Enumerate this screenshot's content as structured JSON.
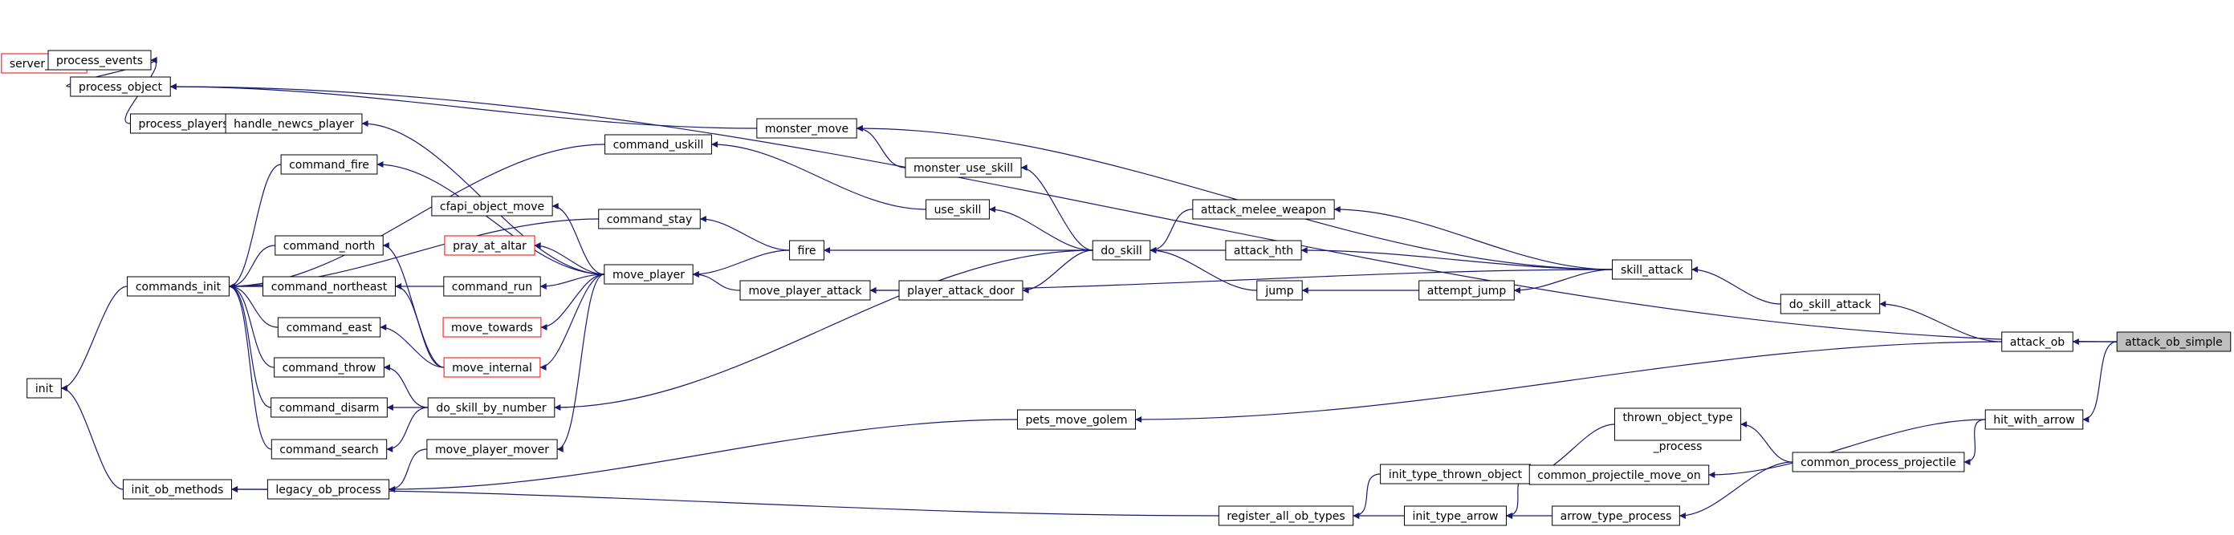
{
  "title": "",
  "style": {
    "edge_color": "#191970",
    "node_border": "#000000",
    "truncated_border": "#ff0000",
    "highlight_fill": "#bfbfbf",
    "node_fill": "#ffffff"
  },
  "nodes": [
    {
      "id": "server_main",
      "label": "server_main",
      "truncated": true
    },
    {
      "id": "process_events",
      "label": "process_events"
    },
    {
      "id": "process_object",
      "label": "process_object"
    },
    {
      "id": "process_players1",
      "label": "process_players1"
    },
    {
      "id": "handle_newcs_player",
      "label": "handle_newcs_player"
    },
    {
      "id": "command_uskill",
      "label": "command_uskill"
    },
    {
      "id": "monster_move",
      "label": "monster_move"
    },
    {
      "id": "monster_use_skill",
      "label": "monster_use_skill"
    },
    {
      "id": "command_fire",
      "label": "command_fire"
    },
    {
      "id": "cfapi_object_move",
      "label": "cfapi_object_move"
    },
    {
      "id": "command_stay",
      "label": "command_stay"
    },
    {
      "id": "use_skill",
      "label": "use_skill"
    },
    {
      "id": "attack_melee_weapon",
      "label": "attack_melee_weapon"
    },
    {
      "id": "command_north",
      "label": "command_north"
    },
    {
      "id": "pray_at_altar",
      "label": "pray_at_altar",
      "truncated": true
    },
    {
      "id": "fire",
      "label": "fire"
    },
    {
      "id": "do_skill",
      "label": "do_skill"
    },
    {
      "id": "attack_hth",
      "label": "attack_hth"
    },
    {
      "id": "commands_init",
      "label": "commands_init"
    },
    {
      "id": "command_northeast",
      "label": "command_northeast"
    },
    {
      "id": "command_run",
      "label": "command_run"
    },
    {
      "id": "move_player",
      "label": "move_player"
    },
    {
      "id": "move_player_attack",
      "label": "move_player_attack"
    },
    {
      "id": "player_attack_door",
      "label": "player_attack_door"
    },
    {
      "id": "skill_attack",
      "label": "skill_attack"
    },
    {
      "id": "jump",
      "label": "jump"
    },
    {
      "id": "attempt_jump",
      "label": "attempt_jump"
    },
    {
      "id": "do_skill_attack",
      "label": "do_skill_attack"
    },
    {
      "id": "command_east",
      "label": "command_east"
    },
    {
      "id": "move_towards",
      "label": "move_towards",
      "truncated": true
    },
    {
      "id": "attack_ob",
      "label": "attack_ob"
    },
    {
      "id": "attack_ob_simple",
      "label": "attack_ob_simple",
      "highlight": true
    },
    {
      "id": "command_throw",
      "label": "command_throw"
    },
    {
      "id": "move_internal",
      "label": "move_internal",
      "truncated": true
    },
    {
      "id": "init",
      "label": "init"
    },
    {
      "id": "command_disarm",
      "label": "command_disarm"
    },
    {
      "id": "do_skill_by_number",
      "label": "do_skill_by_number"
    },
    {
      "id": "pets_move_golem",
      "label": "pets_move_golem"
    },
    {
      "id": "hit_with_arrow",
      "label": "hit_with_arrow"
    },
    {
      "id": "thrown_object_type_process",
      "label": "thrown_object_type\n_process"
    },
    {
      "id": "command_search",
      "label": "command_search"
    },
    {
      "id": "move_player_mover",
      "label": "move_player_mover"
    },
    {
      "id": "init_type_thrown_object",
      "label": "init_type_thrown_object"
    },
    {
      "id": "common_process_projectile",
      "label": "common_process_projectile"
    },
    {
      "id": "common_projectile_move_on",
      "label": "common_projectile_move_on"
    },
    {
      "id": "init_ob_methods",
      "label": "init_ob_methods"
    },
    {
      "id": "legacy_ob_process",
      "label": "legacy_ob_process"
    },
    {
      "id": "register_all_ob_types",
      "label": "register_all_ob_types"
    },
    {
      "id": "init_type_arrow",
      "label": "init_type_arrow"
    },
    {
      "id": "arrow_type_process",
      "label": "arrow_type_process"
    }
  ],
  "edges": [
    [
      "process_events",
      "server_main"
    ],
    [
      "process_object",
      "process_events"
    ],
    [
      "process_players1",
      "process_events"
    ],
    [
      "monster_move",
      "process_object"
    ],
    [
      "attack_ob_simple",
      "process_object"
    ],
    [
      "handle_newcs_player",
      "process_players1"
    ],
    [
      "skill_attack",
      "monster_move"
    ],
    [
      "monster_use_skill",
      "monster_move"
    ],
    [
      "do_skill",
      "monster_use_skill"
    ],
    [
      "use_skill",
      "command_uskill"
    ],
    [
      "command_uskill",
      "commands_init"
    ],
    [
      "do_skill",
      "use_skill"
    ],
    [
      "command_fire",
      "commands_init"
    ],
    [
      "move_player",
      "command_fire"
    ],
    [
      "command_stay",
      "commands_init"
    ],
    [
      "fire",
      "command_stay"
    ],
    [
      "move_player",
      "handle_newcs_player"
    ],
    [
      "move_player",
      "cfapi_object_move"
    ],
    [
      "move_player",
      "pray_at_altar"
    ],
    [
      "move_player",
      "command_run"
    ],
    [
      "move_player",
      "move_towards"
    ],
    [
      "move_player",
      "move_internal"
    ],
    [
      "move_player",
      "move_player_mover"
    ],
    [
      "fire",
      "move_player"
    ],
    [
      "do_skill",
      "fire"
    ],
    [
      "move_player_attack",
      "move_player"
    ],
    [
      "player_attack_door",
      "move_player_attack"
    ],
    [
      "skill_attack",
      "move_player_attack"
    ],
    [
      "do_skill",
      "player_attack_door"
    ],
    [
      "do_skill",
      "do_skill_by_number"
    ],
    [
      "attack_melee_weapon",
      "do_skill"
    ],
    [
      "attack_hth",
      "do_skill"
    ],
    [
      "jump",
      "do_skill"
    ],
    [
      "skill_attack",
      "attack_melee_weapon"
    ],
    [
      "skill_attack",
      "attack_hth"
    ],
    [
      "attempt_jump",
      "jump"
    ],
    [
      "skill_attack",
      "attempt_jump"
    ],
    [
      "do_skill_attack",
      "skill_attack"
    ],
    [
      "attack_ob",
      "do_skill_attack"
    ],
    [
      "attack_ob_simple",
      "attack_ob"
    ],
    [
      "attack_ob",
      "pets_move_golem"
    ],
    [
      "attack_ob_simple",
      "hit_with_arrow"
    ],
    [
      "hit_with_arrow",
      "common_process_projectile"
    ],
    [
      "hit_with_arrow",
      "common_projectile_move_on"
    ],
    [
      "common_process_projectile",
      "thrown_object_type_process"
    ],
    [
      "common_process_projectile",
      "arrow_type_process"
    ],
    [
      "thrown_object_type_process",
      "init_type_thrown_object"
    ],
    [
      "common_projectile_move_on",
      "init_type_thrown_object"
    ],
    [
      "common_projectile_move_on",
      "init_type_arrow"
    ],
    [
      "arrow_type_process",
      "init_type_arrow"
    ],
    [
      "init_type_thrown_object",
      "register_all_ob_types"
    ],
    [
      "init_type_arrow",
      "register_all_ob_types"
    ],
    [
      "register_all_ob_types",
      "init_ob_methods"
    ],
    [
      "pets_move_golem",
      "legacy_ob_process"
    ],
    [
      "move_player_mover",
      "legacy_ob_process"
    ],
    [
      "legacy_ob_process",
      "init_ob_methods"
    ],
    [
      "init_ob_methods",
      "init"
    ],
    [
      "commands_init",
      "init"
    ],
    [
      "command_north",
      "commands_init"
    ],
    [
      "command_northeast",
      "commands_init"
    ],
    [
      "command_east",
      "commands_init"
    ],
    [
      "command_throw",
      "commands_init"
    ],
    [
      "command_disarm",
      "commands_init"
    ],
    [
      "command_search",
      "commands_init"
    ],
    [
      "command_run",
      "commands_init"
    ],
    [
      "move_internal",
      "command_north"
    ],
    [
      "move_internal",
      "command_northeast"
    ],
    [
      "move_internal",
      "command_east"
    ],
    [
      "do_skill_by_number",
      "command_throw"
    ],
    [
      "do_skill_by_number",
      "command_disarm"
    ],
    [
      "do_skill_by_number",
      "command_search"
    ]
  ]
}
